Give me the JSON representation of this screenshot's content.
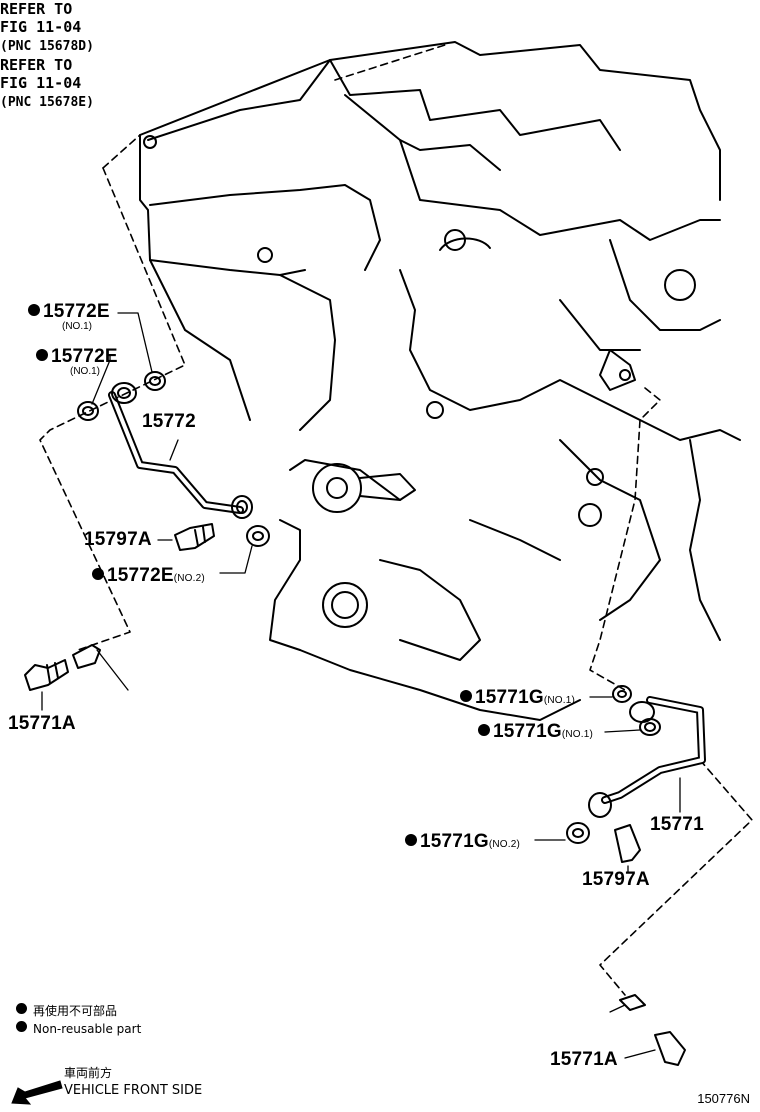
{
  "parts": {
    "p15772E_top": {
      "number": "15772E",
      "note": "(NO.1)"
    },
    "p15772E_mid": {
      "number": "15772E",
      "note": "(NO.1)"
    },
    "p15772": {
      "number": "15772"
    },
    "p15797A_left": {
      "number": "15797A"
    },
    "p15772E_no2": {
      "number": "15772E",
      "note": "(NO.2)"
    },
    "p15771A_left": {
      "number": "15771A"
    },
    "p15771G_a": {
      "number": "15771G",
      "note": "(NO.1)"
    },
    "p15771G_b": {
      "number": "15771G",
      "note": "(NO.1)"
    },
    "p15771": {
      "number": "15771"
    },
    "p15771G_no2": {
      "number": "15771G",
      "note": "(NO.2)"
    },
    "p15797A_right": {
      "number": "15797A"
    },
    "p15771A_right": {
      "number": "15771A"
    }
  },
  "refs": {
    "left": {
      "line1": "REFER TO",
      "line2": "FIG 11-04",
      "line3": "(PNC 15678D)"
    },
    "right": {
      "line1": "REFER TO",
      "line2": "FIG 11-04",
      "line3": "(PNC 15678E)"
    }
  },
  "legend": {
    "jp": "再使用不可部品",
    "en": "Non-reusable part"
  },
  "direction": {
    "jp": "車両前方",
    "en": "VEHICLE FRONT SIDE"
  },
  "figure_id": "150776N",
  "colors": {
    "ink": "#000000",
    "paper": "#ffffff"
  }
}
